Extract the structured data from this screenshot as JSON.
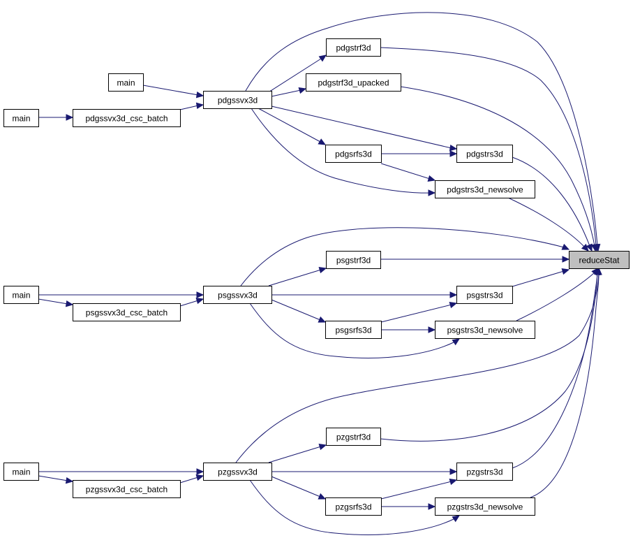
{
  "graph": {
    "type": "caller-graph",
    "edge_color": "#191970",
    "root_fill": "#bfbfbf",
    "nodes": [
      {
        "id": "reduceStat",
        "label": "reduceStat",
        "root": true
      },
      {
        "id": "pdgstrf3d",
        "label": "pdgstrf3d"
      },
      {
        "id": "pdgstrf3d_upacked",
        "label": "pdgstrf3d_upacked"
      },
      {
        "id": "pdgssvx3d",
        "label": "pdgssvx3d"
      },
      {
        "id": "main_a",
        "label": "main"
      },
      {
        "id": "main_b",
        "label": "main"
      },
      {
        "id": "pdgssvx3d_csc_batch",
        "label": "pdgssvx3d_csc_batch"
      },
      {
        "id": "pdgsrfs3d",
        "label": "pdgsrfs3d"
      },
      {
        "id": "pdgstrs3d",
        "label": "pdgstrs3d"
      },
      {
        "id": "pdgstrs3d_newsolve",
        "label": "pdgstrs3d_newsolve"
      },
      {
        "id": "psgstrf3d",
        "label": "psgstrf3d"
      },
      {
        "id": "psgssvx3d",
        "label": "psgssvx3d"
      },
      {
        "id": "main_c",
        "label": "main"
      },
      {
        "id": "psgssvx3d_csc_batch",
        "label": "psgssvx3d_csc_batch"
      },
      {
        "id": "psgstrs3d",
        "label": "psgstrs3d"
      },
      {
        "id": "psgsrfs3d",
        "label": "psgsrfs3d"
      },
      {
        "id": "psgstrs3d_newsolve",
        "label": "psgstrs3d_newsolve"
      },
      {
        "id": "pzgstrf3d",
        "label": "pzgstrf3d"
      },
      {
        "id": "pzgssvx3d",
        "label": "pzgssvx3d"
      },
      {
        "id": "main_d",
        "label": "main"
      },
      {
        "id": "pzgssvx3d_csc_batch",
        "label": "pzgssvx3d_csc_batch"
      },
      {
        "id": "pzgstrs3d",
        "label": "pzgstrs3d"
      },
      {
        "id": "pzgsrfs3d",
        "label": "pzgsrfs3d"
      },
      {
        "id": "pzgstrs3d_newsolve",
        "label": "pzgstrs3d_newsolve"
      }
    ],
    "edges": [
      {
        "from": "pdgssvx3d",
        "to": "reduceStat"
      },
      {
        "from": "pdgstrf3d",
        "to": "reduceStat"
      },
      {
        "from": "pdgstrf3d_upacked",
        "to": "reduceStat"
      },
      {
        "from": "pdgstrs3d",
        "to": "reduceStat"
      },
      {
        "from": "pdgstrs3d_newsolve",
        "to": "reduceStat"
      },
      {
        "from": "psgssvx3d",
        "to": "reduceStat"
      },
      {
        "from": "psgstrf3d",
        "to": "reduceStat"
      },
      {
        "from": "psgstrs3d",
        "to": "reduceStat"
      },
      {
        "from": "psgstrs3d_newsolve",
        "to": "reduceStat"
      },
      {
        "from": "pzgssvx3d",
        "to": "reduceStat"
      },
      {
        "from": "pzgstrf3d",
        "to": "reduceStat"
      },
      {
        "from": "pzgstrs3d",
        "to": "reduceStat"
      },
      {
        "from": "pzgstrs3d_newsolve",
        "to": "reduceStat"
      },
      {
        "from": "pdgssvx3d",
        "to": "pdgstrf3d"
      },
      {
        "from": "pdgssvx3d",
        "to": "pdgstrf3d_upacked"
      },
      {
        "from": "main_a",
        "to": "pdgssvx3d"
      },
      {
        "from": "pdgssvx3d_csc_batch",
        "to": "pdgssvx3d"
      },
      {
        "from": "main_b",
        "to": "pdgssvx3d_csc_batch"
      },
      {
        "from": "pdgssvx3d",
        "to": "pdgsrfs3d"
      },
      {
        "from": "pdgssvx3d",
        "to": "pdgstrs3d"
      },
      {
        "from": "pdgsrfs3d",
        "to": "pdgstrs3d"
      },
      {
        "from": "pdgsrfs3d",
        "to": "pdgstrs3d_newsolve"
      },
      {
        "from": "pdgssvx3d",
        "to": "pdgstrs3d_newsolve"
      },
      {
        "from": "psgssvx3d",
        "to": "psgstrf3d"
      },
      {
        "from": "main_c",
        "to": "psgssvx3d"
      },
      {
        "from": "psgssvx3d_csc_batch",
        "to": "psgssvx3d"
      },
      {
        "from": "main_c",
        "to": "psgssvx3d_csc_batch"
      },
      {
        "from": "psgssvx3d",
        "to": "psgstrs3d"
      },
      {
        "from": "psgsrfs3d",
        "to": "psgstrs3d"
      },
      {
        "from": "psgssvx3d",
        "to": "psgsrfs3d"
      },
      {
        "from": "psgsrfs3d",
        "to": "psgstrs3d_newsolve"
      },
      {
        "from": "psgssvx3d",
        "to": "psgstrs3d_newsolve"
      },
      {
        "from": "pzgssvx3d",
        "to": "pzgstrf3d"
      },
      {
        "from": "main_d",
        "to": "pzgssvx3d"
      },
      {
        "from": "pzgssvx3d_csc_batch",
        "to": "pzgssvx3d"
      },
      {
        "from": "main_d",
        "to": "pzgssvx3d_csc_batch"
      },
      {
        "from": "pzgssvx3d",
        "to": "pzgstrs3d"
      },
      {
        "from": "pzgsrfs3d",
        "to": "pzgstrs3d"
      },
      {
        "from": "pzgssvx3d",
        "to": "pzgsrfs3d"
      },
      {
        "from": "pzgsrfs3d",
        "to": "pzgstrs3d_newsolve"
      },
      {
        "from": "pzgssvx3d",
        "to": "pzgstrs3d_newsolve"
      }
    ]
  }
}
